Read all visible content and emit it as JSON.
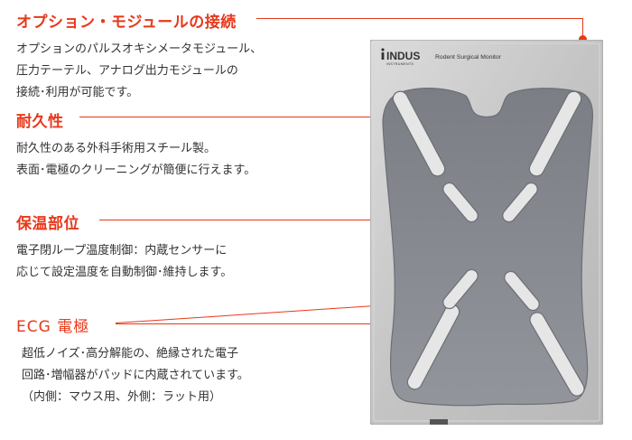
{
  "sections": [
    {
      "title": "オプション・モジュールの接続",
      "lines": [
        "オプションのパルスオキシメータモジュール、",
        "圧力テーテル、アナログ出力モジュールの",
        "接続･利用が可能です。"
      ]
    },
    {
      "title": "耐久性",
      "lines": [
        "耐久性のある外科手術用スチール製。",
        "表面･電極のクリーニングが簡便に行えます。"
      ]
    },
    {
      "title": "保温部位",
      "lines": [
        "電子閉ループ温度制御：内蔵センサーに",
        "応じて設定温度を自動制御･維持します。"
      ]
    },
    {
      "title": "ECG 電極",
      "lines": [
        "超低ノイズ･高分解能の、絶縁された電子",
        "回路･増幅器がパッドに内蔵されています。",
        "（内側：マウス用、外側：ラット用）"
      ]
    }
  ],
  "device": {
    "brand": "INDUS",
    "brand_sub": "INSTRUMENTS",
    "model": "Rodent Surgical Monitor"
  },
  "colors": {
    "accent": "#e8381a",
    "steel": "#c9c9c9",
    "pad": "#8a8d93",
    "electrode": "#e6e6e6"
  }
}
